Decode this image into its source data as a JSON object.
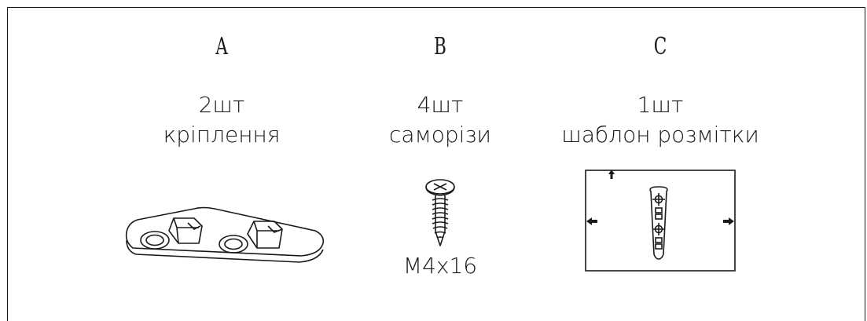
{
  "items": [
    {
      "letter": "A",
      "quantity": "2шт",
      "name": "кріплення"
    },
    {
      "letter": "B",
      "quantity": "4шт",
      "name": "саморізи",
      "spec": "M4x16"
    },
    {
      "letter": "C",
      "quantity": "1шт",
      "name": "шаблон розмітки"
    }
  ]
}
